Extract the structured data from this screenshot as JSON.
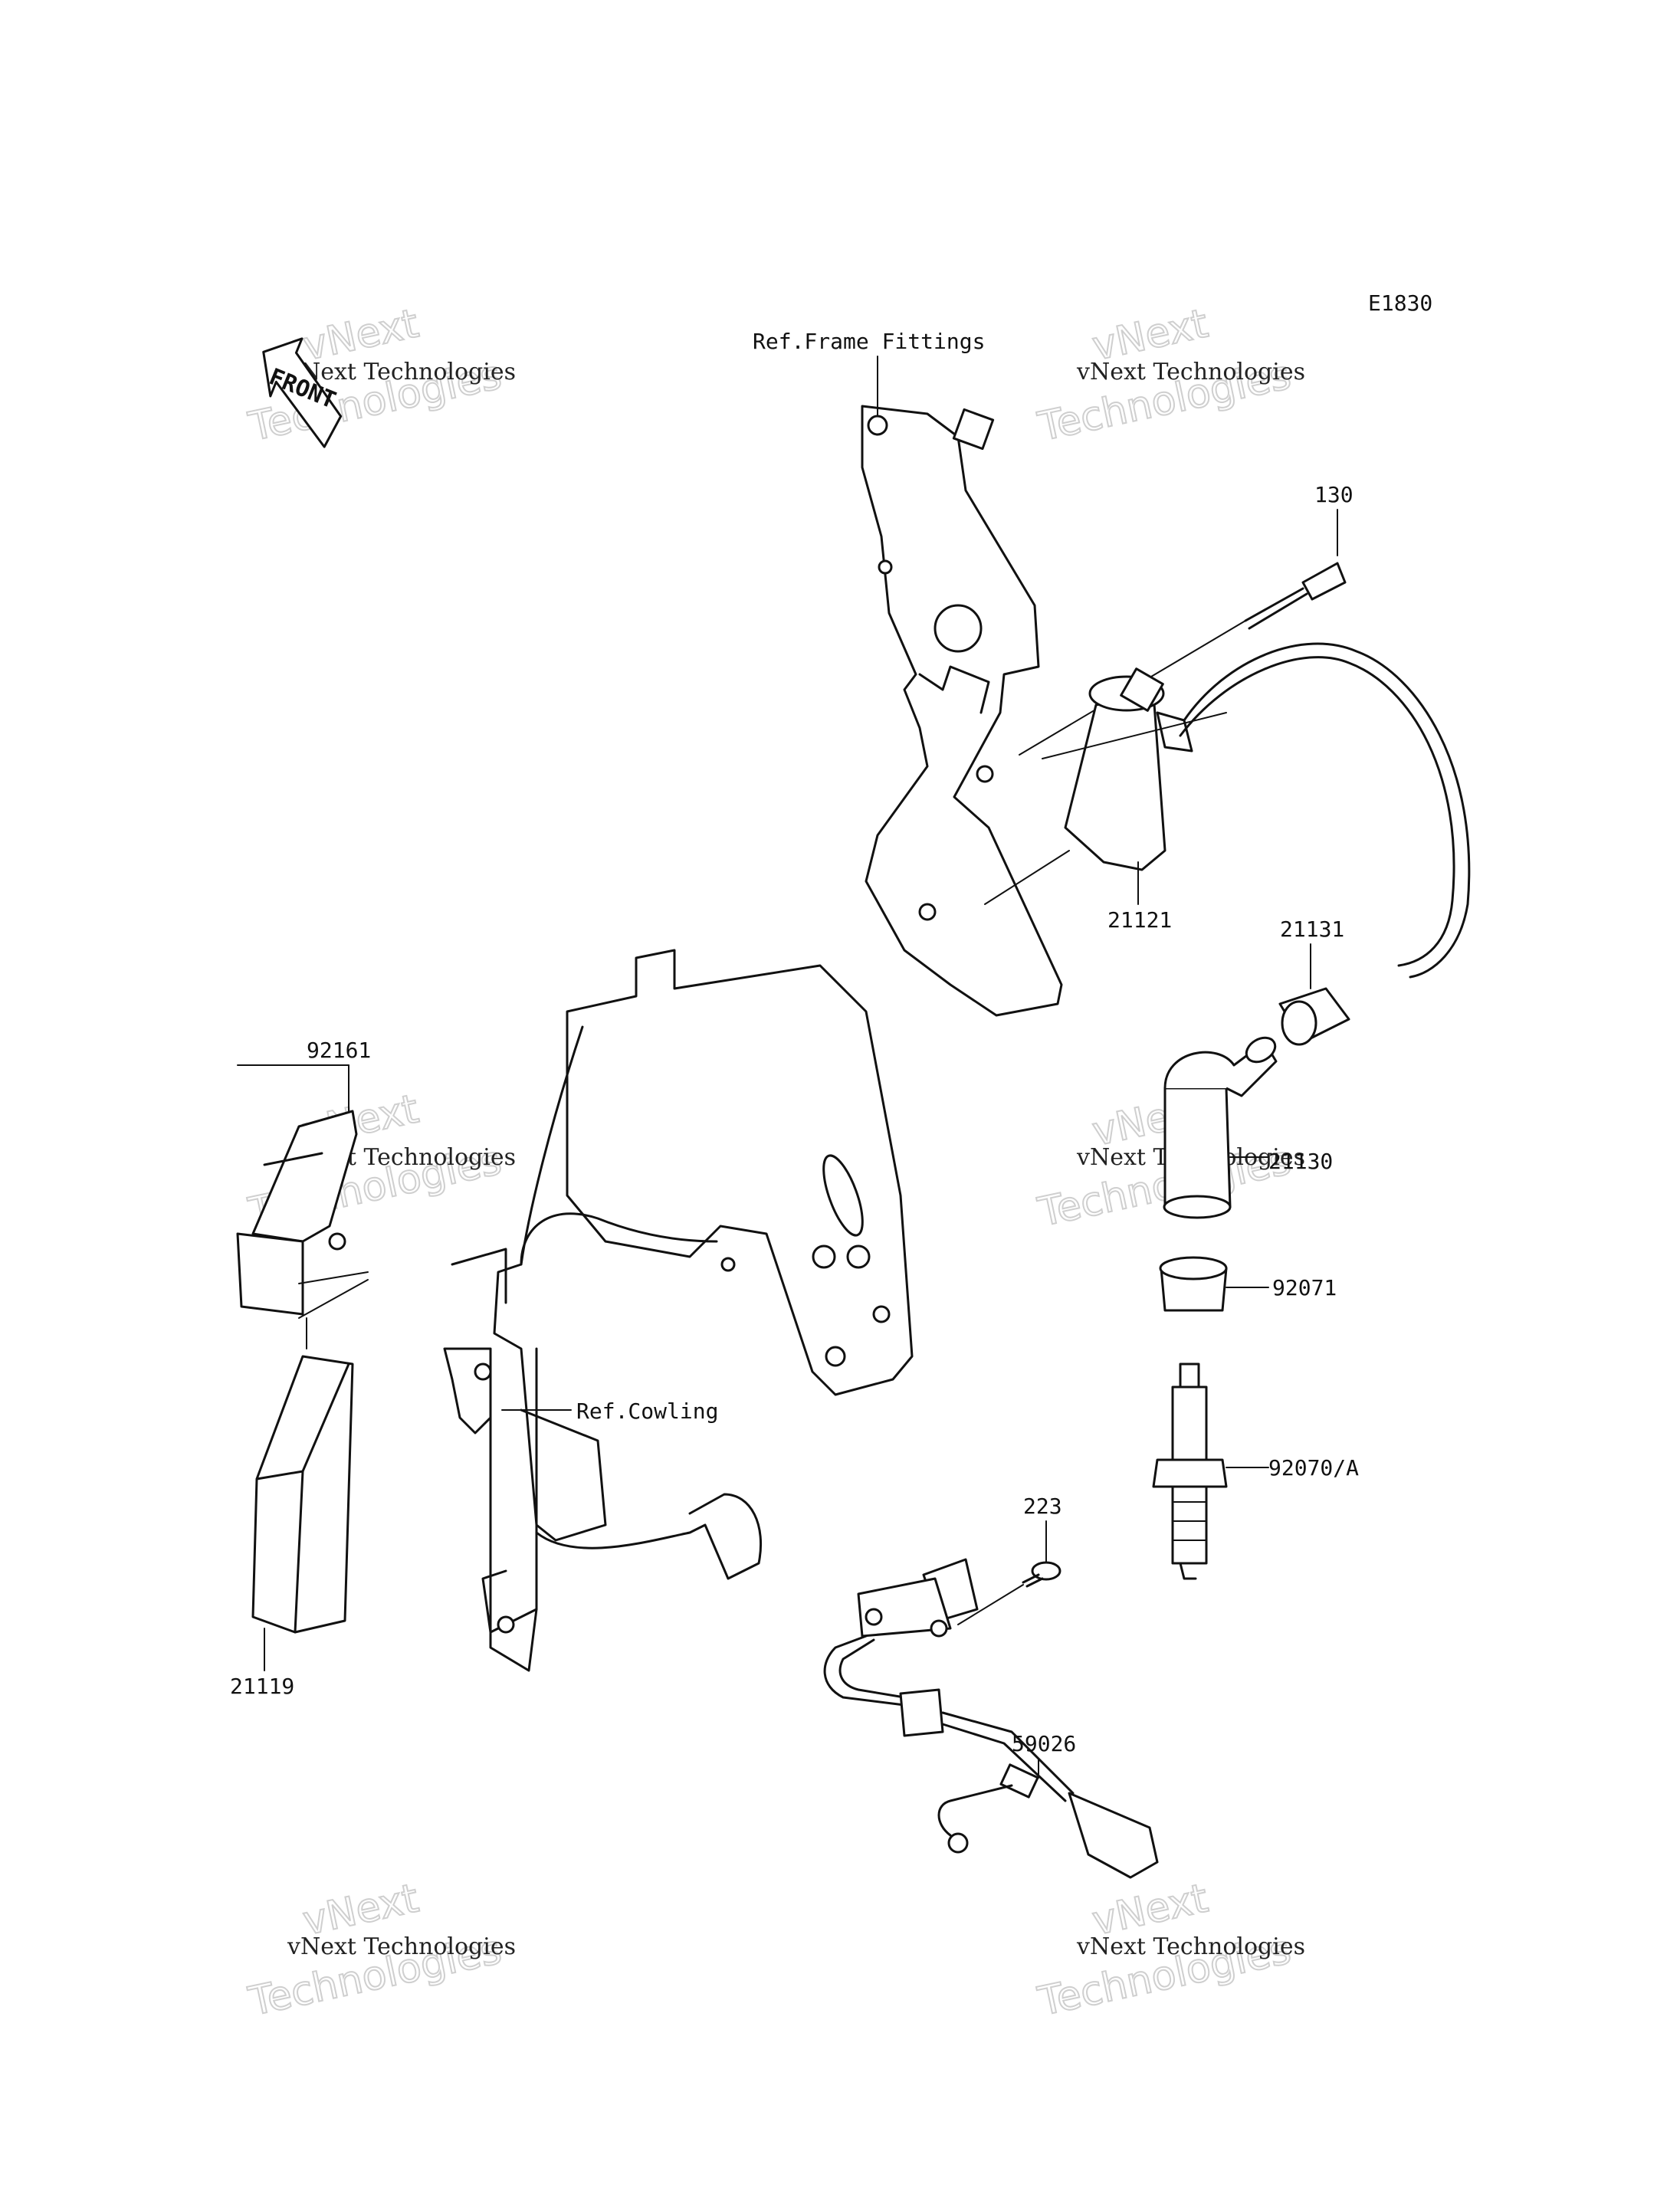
{
  "diagram_code": "E1830",
  "front_arrow_label": "FRONT",
  "reference_labels": {
    "frame_fittings": "Ref.Frame Fittings",
    "cowling": "Ref.Cowling"
  },
  "part_numbers": [
    {
      "id": "p130",
      "label": "130"
    },
    {
      "id": "p21121",
      "label": "21121"
    },
    {
      "id": "p21131",
      "label": "21131"
    },
    {
      "id": "p21130",
      "label": "21130"
    },
    {
      "id": "p92071",
      "label": "92071"
    },
    {
      "id": "p92070A",
      "label": "92070/A"
    },
    {
      "id": "p92161",
      "label": "92161"
    },
    {
      "id": "p21119",
      "label": "21119"
    },
    {
      "id": "p223",
      "label": "223"
    },
    {
      "id": "p59026",
      "label": "59026"
    }
  ],
  "watermark": {
    "line1": "vNext Technologies",
    "line2": "Technologies",
    "line3": "vNext"
  }
}
